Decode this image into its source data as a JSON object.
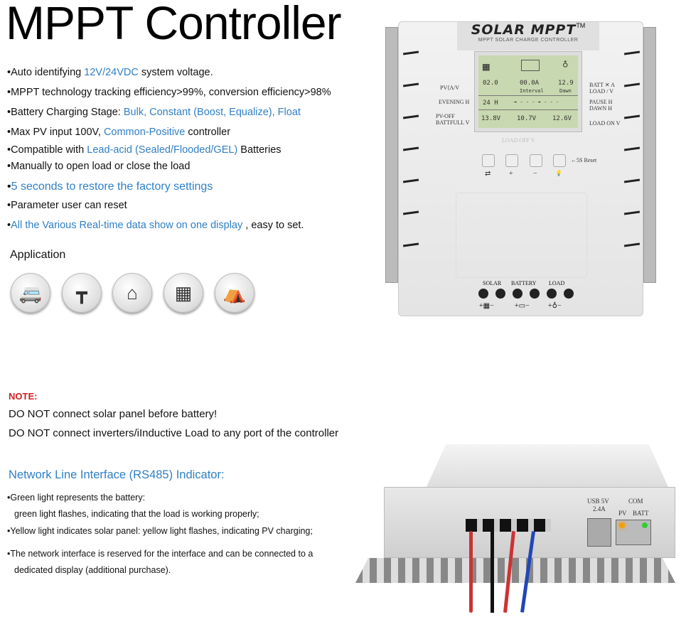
{
  "title": "MPPT Controller",
  "features": [
    [
      {
        "t": "•Auto identifying "
      },
      {
        "t": "12V/24VDC",
        "b": 1
      },
      {
        "t": " system voltage."
      }
    ],
    [
      {
        "t": "•MPPT technology tracking efficiency>99%, conversion efficiency>98%"
      }
    ],
    [
      {
        "t": "•Battery Charging Stage: "
      },
      {
        "t": "Bulk, Constant (Boost, Equalize), Float",
        "b": 1
      }
    ],
    [
      {
        "t": "•Max PV input 100V, "
      },
      {
        "t": "Common-Positive",
        "b": 1
      },
      {
        "t": " controller"
      }
    ],
    [
      {
        "t": "•Compatible with "
      },
      {
        "t": "Lead-acid (Sealed/Flooded/GEL)",
        "b": 1
      },
      {
        "t": " Batteries"
      }
    ],
    [
      {
        "t": "•Manually to open load or close the load"
      }
    ],
    [
      {
        "t": "•"
      },
      {
        "t": "5 seconds to restore the factory settings",
        "b": 1
      }
    ],
    [
      {
        "t": "•Parameter user can reset"
      }
    ],
    [
      {
        "t": "•"
      },
      {
        "t": "All the Various Real-time data show on one display",
        "b": 1
      },
      {
        "t": " , easy to set."
      }
    ]
  ],
  "application": {
    "title": "Application",
    "icons": [
      "rv-icon",
      "street-lamp-icon",
      "house-icon",
      "solar-panel-icon",
      "tent-icon"
    ]
  },
  "note": {
    "label": "NOTE:",
    "lines": [
      "DO NOT connect solar panel before battery!",
      "DO NOT connect inverters/iInductive Load to any port of the controller"
    ]
  },
  "network": {
    "title": "Network Line Interface (RS485) Indicator:",
    "lines": [
      "•Green light represents the battery:",
      "green light flashes, indicating that the load is working properly;",
      "•Yellow light indicates solar panel:  yellow light flashes, indicating PV charging;",
      "•The network interface is reserved for the interface and can be connected to a",
      "dedicated display (additional purchase)."
    ]
  },
  "device": {
    "brand": "SOLAR MPPT",
    "tm": "TM",
    "subtitle": "MPPT SOLAR CHARGE CONTROLLER",
    "left_labels": [
      "PV",
      "A",
      "V",
      "EVENING H",
      "PV-OFF",
      "BATTFULL",
      "V"
    ],
    "right_labels": [
      "BATT",
      "LOAD",
      "A",
      "V",
      "PAUSE H",
      "DAWN H",
      "LOAD ON V"
    ],
    "lcd": {
      "pv": "02.0",
      "batt": "00.0A",
      "load": "12.9",
      "time": "24 H",
      "interval": "Interval",
      "dawn": "Dawn",
      "pv_off": "13.8V",
      "load_off": "10.7V",
      "load_on": "12.6V"
    },
    "load_off_label": "LOAD OFF V",
    "buttons": [
      "⇄",
      "+",
      "−",
      "💡"
    ],
    "reset": "←5S Reset",
    "terminals": [
      "SOLAR",
      "BATTERY",
      "LOAD"
    ],
    "polarity": [
      "+▦−",
      "+▭−",
      "+♁−"
    ]
  },
  "device2": {
    "usb": "USB 5V",
    "usb_current": "2.4A",
    "com": "COM",
    "pv": "PV",
    "batt": "BATT"
  }
}
